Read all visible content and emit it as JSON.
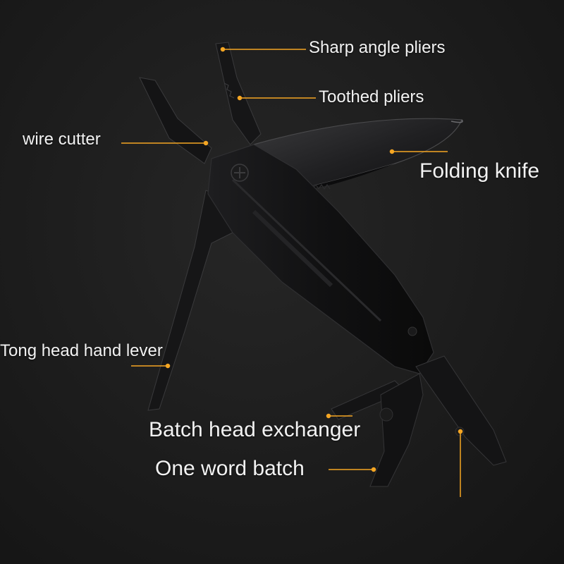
{
  "image": {
    "background_color": "#1b1b1b",
    "leader_color": "#f5a623",
    "tool_color": "#0f0f10"
  },
  "callouts": {
    "sharp_angle_pliers": "Sharp angle pliers",
    "toothed_pliers": "Toothed pliers",
    "wire_cutter": "wire cutter",
    "folding_knife": "Folding knife",
    "tong_head_hand_lever": "Tong head hand lever",
    "batch_head_exchanger": "Batch head exchanger",
    "one_word_batch": "One word batch"
  }
}
